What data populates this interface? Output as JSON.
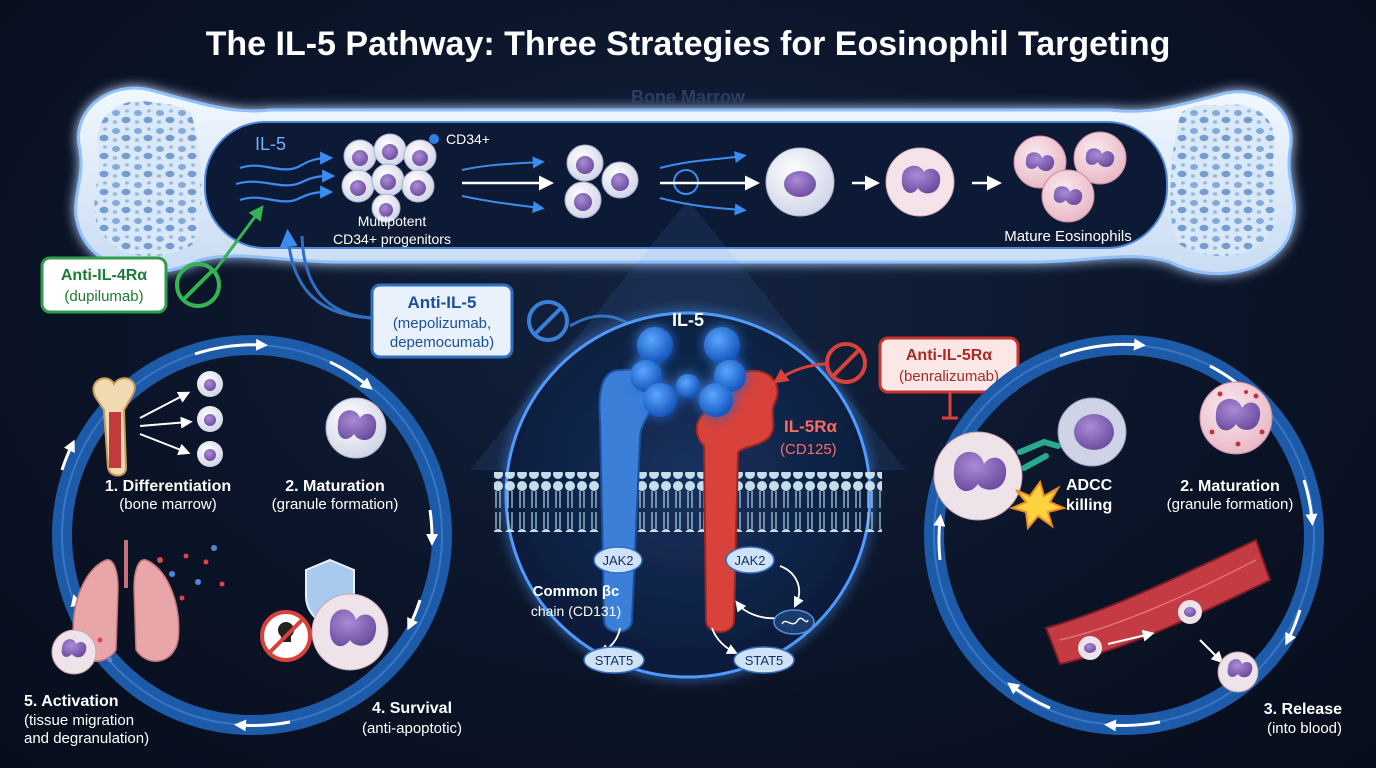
{
  "title": "The IL-5 Pathway: Three Strategies for Eosinophil Targeting",
  "bone_marrow": {
    "label": "Bone Marrow",
    "il5": "IL-5",
    "cd34": "CD34+",
    "progenitors_line1": "Multipotent",
    "progenitors_line2": "CD34+ progenitors",
    "mature": "Mature Eosinophils"
  },
  "strategies": {
    "anti_il4": {
      "name": "Anti-IL-4Rα",
      "drug": "(dupilumab)",
      "color": "#2f9e4a"
    },
    "anti_il5": {
      "name": "Anti-IL-5",
      "drug_line1": "(mepolizumab,",
      "drug_line2": "depemocumab)",
      "color": "#2f6fc1"
    },
    "anti_il5r": {
      "name": "Anti-IL-5Rα",
      "drug": "(benralizumab)",
      "color": "#c7332f"
    }
  },
  "receptor": {
    "il5": "IL-5",
    "il5ra_line1": "IL-5Rα",
    "il5ra_line2": "(CD125)",
    "jak2_left": "JAK2",
    "jak2_right": "JAK2",
    "beta_line1": "Common βc",
    "beta_line2": "chain (CD131)",
    "stat5_left": "STAT5",
    "stat5_right": "STAT5"
  },
  "left_cycle": {
    "s1_title": "1. Differentiation",
    "s1_sub": "(bone marrow)",
    "s2_title": "2. Maturation",
    "s2_sub": "(granule formation)",
    "s4_title": "4. Survival",
    "s4_sub": "(anti-apoptotic)",
    "s5_title": "5. Activation",
    "s5_sub1": "(tissue migration",
    "s5_sub2": "and degranulation)"
  },
  "right_cycle": {
    "adcc1": "ADCC",
    "adcc2": "killing",
    "s2_title": "2. Maturation",
    "s2_sub": "(granule formation)",
    "s3_title": "3. Release",
    "s3_sub": "(into blood)"
  },
  "colors": {
    "accent_blue": "#2f6fc1",
    "cycle_blue": "#1d5aa8",
    "receptor_red": "#d8423b",
    "eosinophil_nucleus": "#7a59b0"
  }
}
